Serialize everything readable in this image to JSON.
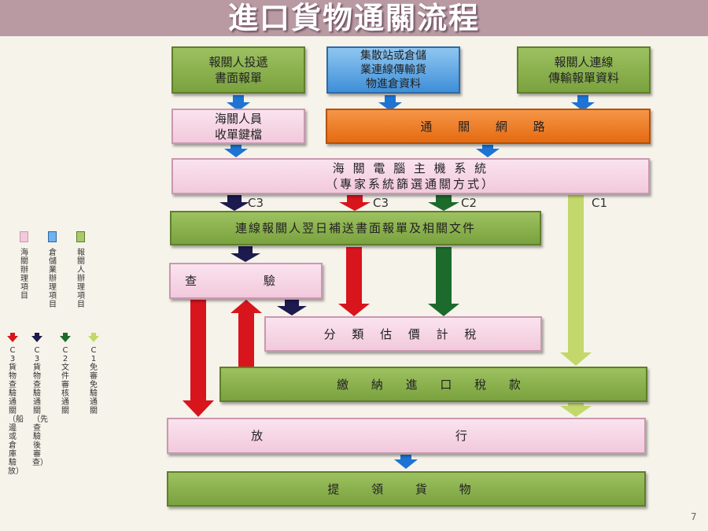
{
  "title": "進口貨物通關流程",
  "page_number": "7",
  "boxes": {
    "broker_paper": "報關人投遞\n書面報單",
    "warehouse_data": "集散站或倉儲\n業連線傳輸貨\n物進倉資料",
    "broker_online": "報關人連線\n傳輸報單資料",
    "customs_filing": "海關人員\n收單鍵檔",
    "network": "通 關 網 路",
    "host_system": "海 關 電 腦 主 機 系 統\n（專家系統篩選通關方式）",
    "supplement_docs": "連線報關人翌日補送書面報單及相關文件",
    "inspection": "查 驗",
    "classify": "分 類 估 價 計 稅",
    "pay_tax": "繳 納 進 口 稅 款",
    "release": "放 行",
    "pickup": "提 領 貨 物"
  },
  "channel_labels": {
    "c3_left": "C3",
    "c3_mid": "C3",
    "c2": "C2",
    "c1": "C1"
  },
  "legend": {
    "swatches": [
      {
        "text": "海關辦理項目",
        "color": "#f2c9dc",
        "border": "#c998b1"
      },
      {
        "text": "倉儲業辦理項目",
        "color": "#6fb2ec",
        "border": "#2e6aa6"
      },
      {
        "text": "報關人辦理項目",
        "color": "#a9c96b",
        "border": "#5e7f2a"
      }
    ],
    "arrows": [
      {
        "text": "C3貨物查驗通關（船邊或倉庫驗放）",
        "color": "#d8141c"
      },
      {
        "text": "C3貨物查驗通關（先查驗後審查）",
        "color": "#1c1a4e"
      },
      {
        "text": "C2文件審核通關",
        "color": "#1c6a2c"
      },
      {
        "text": "C1免審免驗通關",
        "color": "#c2d86a"
      }
    ]
  },
  "colors": {
    "blue_arrow": "#1d74d4",
    "navy_arrow": "#1c1a4e",
    "red_arrow": "#d8141c",
    "green_arrow": "#1c6a2c",
    "lime_arrow": "#c2d86a",
    "title_bar": "#b99aa3"
  }
}
